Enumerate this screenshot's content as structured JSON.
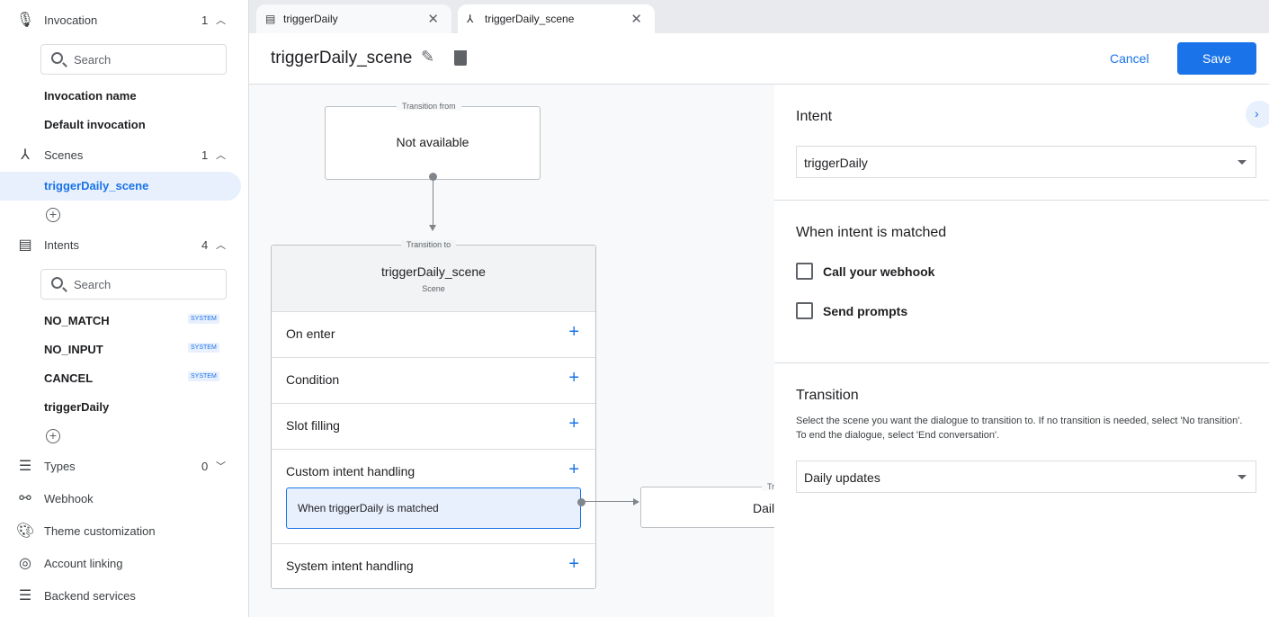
{
  "sidebar": {
    "invocation": {
      "label": "Invocation",
      "count": "1",
      "search_placeholder": "Search",
      "items": [
        "Invocation name",
        "Default invocation"
      ]
    },
    "scenes": {
      "label": "Scenes",
      "count": "1",
      "items": [
        "triggerDaily_scene"
      ]
    },
    "intents": {
      "label": "Intents",
      "count": "4",
      "search_placeholder": "Search",
      "items": [
        {
          "label": "NO_MATCH",
          "badge": "SYSTEM"
        },
        {
          "label": "NO_INPUT",
          "badge": "SYSTEM"
        },
        {
          "label": "CANCEL",
          "badge": "SYSTEM"
        },
        {
          "label": "triggerDaily"
        }
      ]
    },
    "types": {
      "label": "Types",
      "count": "0"
    },
    "webhook": "Webhook",
    "theme": "Theme customization",
    "account": "Account linking",
    "backend": "Backend services"
  },
  "tabs": [
    {
      "label": "triggerDaily",
      "icon": "intent-icon"
    },
    {
      "label": "triggerDaily_scene",
      "icon": "scene-icon",
      "active": true
    }
  ],
  "header": {
    "title": "triggerDaily_scene",
    "cancel": "Cancel",
    "save": "Save"
  },
  "canvas": {
    "from": {
      "legend": "Transition from",
      "text": "Not available"
    },
    "to": {
      "legend": "Transition to",
      "title": "triggerDaily_scene",
      "sub": "Scene"
    },
    "rows": [
      "On enter",
      "Condition",
      "Slot filling",
      "Custom intent handling",
      "System intent handling"
    ],
    "handler": "When triggerDaily is matched",
    "target": {
      "legend": "Tr",
      "text": "Dail"
    }
  },
  "panel": {
    "intent_title": "Intent",
    "intent_value": "triggerDaily",
    "matched_title": "When intent is matched",
    "checkboxes": [
      {
        "label": "Call your webhook",
        "checked": false
      },
      {
        "label": "Send prompts",
        "checked": false
      }
    ],
    "transition_title": "Transition",
    "transition_desc": "Select the scene you want the dialogue to transition to. If no transition is needed, select 'No transition'. To end the dialogue, select 'End conversation'.",
    "transition_value": "Daily updates"
  },
  "colors": {
    "accent": "#1a73e8",
    "selected_bg": "#e8f0fe"
  }
}
